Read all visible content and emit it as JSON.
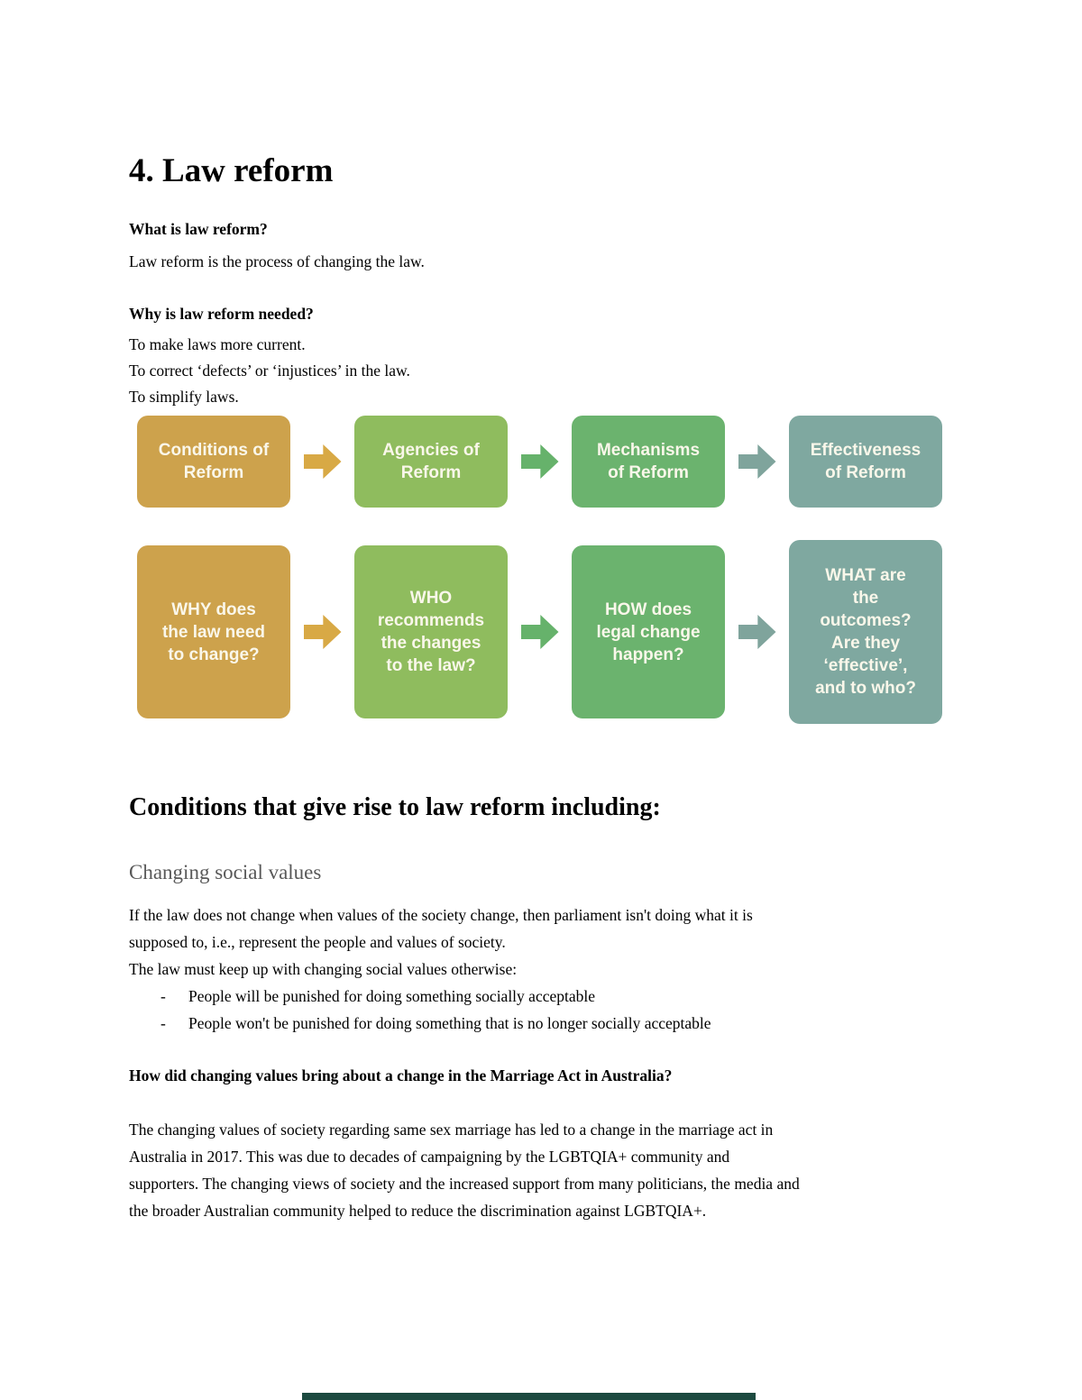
{
  "doc": {
    "title": "4. Law reform"
  },
  "intro": {
    "what_heading": "What is law reform?",
    "what_body": "Law reform is the process of changing the law.",
    "why_heading": "Why is law reform needed?",
    "why_lines": [
      "To make laws more current.",
      "To correct ‘defects’ or ‘injustices’ in the law.",
      "To simplify laws."
    ]
  },
  "flowchart": {
    "arrow_colors": [
      "#D8A945",
      "#66B26B",
      "#7FA49C"
    ],
    "row1": [
      {
        "label": "Conditions of\nReform",
        "color": "#CDA24C"
      },
      {
        "label": "Agencies of\nReform",
        "color": "#8FBC5E"
      },
      {
        "label": "Mechanisms\nof Reform",
        "color": "#6BB36E"
      },
      {
        "label": "Effectiveness\nof Reform",
        "color": "#7FA8A0"
      }
    ],
    "row2": [
      {
        "label": "WHY does\nthe law need\nto change?",
        "color": "#CDA24C"
      },
      {
        "label": "WHO\nrecommends\nthe changes\nto the law?",
        "color": "#8FBC5E"
      },
      {
        "label": "HOW does\nlegal change\nhappen?",
        "color": "#6BB36E"
      },
      {
        "label": "WHAT are\nthe\noutcomes?\nAre they\n‘effective’,\nand to who?",
        "color": "#7FA8A0"
      }
    ]
  },
  "conditions": {
    "heading": "Conditions that give rise to law reform including:",
    "subheading": "Changing social values",
    "subheading_color": "#595959",
    "para_lines": [
      "If the law does not change when values of the society change, then parliament isn't doing what it is",
      "supposed to, i.e., represent the people and values of society.",
      "The law must keep up with changing social values otherwise:"
    ],
    "bullet_marker": "-",
    "bullets": [
      "People will be punished for doing something socially acceptable",
      "People won't be punished for doing something that is no longer socially acceptable"
    ],
    "marriage_heading": "How did changing values bring about a change in the Marriage Act in Australia?",
    "marriage_lines": [
      "The changing values of society regarding same sex marriage has led to a change in the marriage act in",
      "Australia in 2017. This was due to decades of campaigning by the LGBTQIA+ community and",
      "supporters. The changing views of society and the increased support from many politicians, the media and",
      "the broader Australian community helped to reduce the discrimination against LGBTQIA+."
    ]
  },
  "colors": {
    "page_bg": "#FFFFFF",
    "box_text": "#FAF7EA",
    "bottom_bar": "#1C4A40"
  }
}
